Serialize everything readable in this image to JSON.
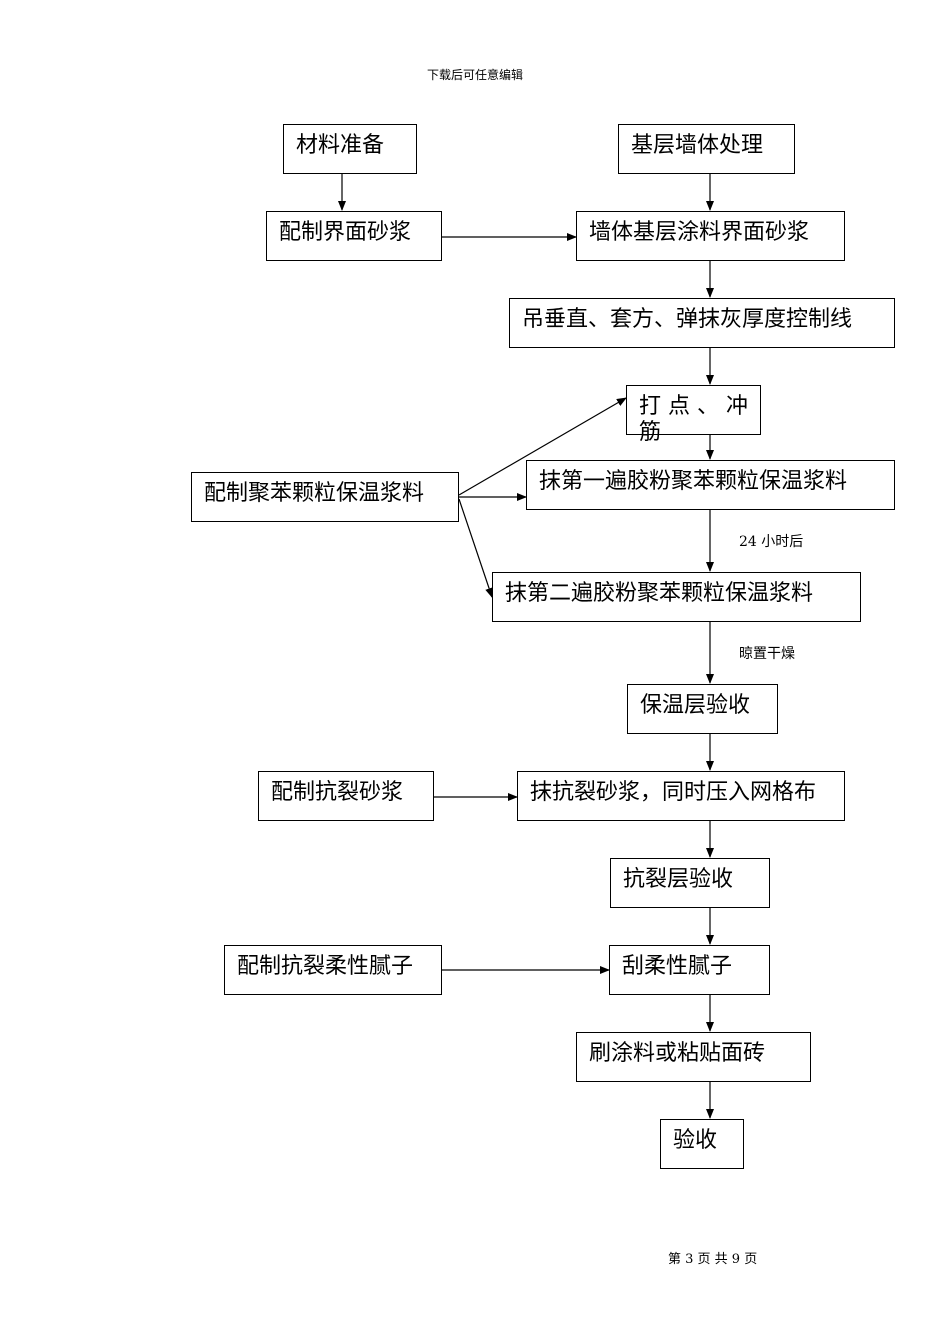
{
  "header": {
    "text": "下载后可任意编辑"
  },
  "footer": {
    "text": "第 3 页 共 9 页"
  },
  "diagram": {
    "nodes": {
      "material_prep": "材料准备",
      "base_wall": "基层墙体处理",
      "mix_interface": "配制界面砂浆",
      "wall_interface": "墙体基层涂料界面砂浆",
      "plumb_lines": "吊垂直、套方、弹抹灰厚度控制线",
      "dots_screed": "打 点 、 冲筋",
      "mix_eps": "配制聚苯颗粒保温浆料",
      "coat1": "抹第一遍胶粉聚苯颗粒保温浆料",
      "coat2": "抹第二遍胶粉聚苯颗粒保温浆料",
      "insul_accept": "保温层验收",
      "mix_anticrack": "配制抗裂砂浆",
      "anticrack_mesh": "抹抗裂砂浆，同时压入网格布",
      "anticrack_accept": "抗裂层验收",
      "mix_putty": "配制抗裂柔性腻子",
      "scrape_putty": "刮柔性腻子",
      "paint_tile": "刷涂料或粘贴面砖",
      "final_accept": "验收"
    },
    "notes": {
      "after_24h": "24 小时后",
      "air_dry": "晾置干燥"
    },
    "edges": [
      [
        "material_prep",
        "mix_interface"
      ],
      [
        "base_wall",
        "wall_interface"
      ],
      [
        "mix_interface",
        "wall_interface"
      ],
      [
        "wall_interface",
        "plumb_lines"
      ],
      [
        "plumb_lines",
        "dots_screed"
      ],
      [
        "dots_screed",
        "coat1"
      ],
      [
        "mix_eps",
        "dots_screed"
      ],
      [
        "mix_eps",
        "coat1"
      ],
      [
        "mix_eps",
        "coat2"
      ],
      [
        "coat1",
        "coat2"
      ],
      [
        "coat2",
        "insul_accept"
      ],
      [
        "insul_accept",
        "anticrack_mesh"
      ],
      [
        "mix_anticrack",
        "anticrack_mesh"
      ],
      [
        "anticrack_mesh",
        "anticrack_accept"
      ],
      [
        "anticrack_accept",
        "scrape_putty"
      ],
      [
        "mix_putty",
        "scrape_putty"
      ],
      [
        "scrape_putty",
        "paint_tile"
      ],
      [
        "paint_tile",
        "final_accept"
      ]
    ]
  }
}
